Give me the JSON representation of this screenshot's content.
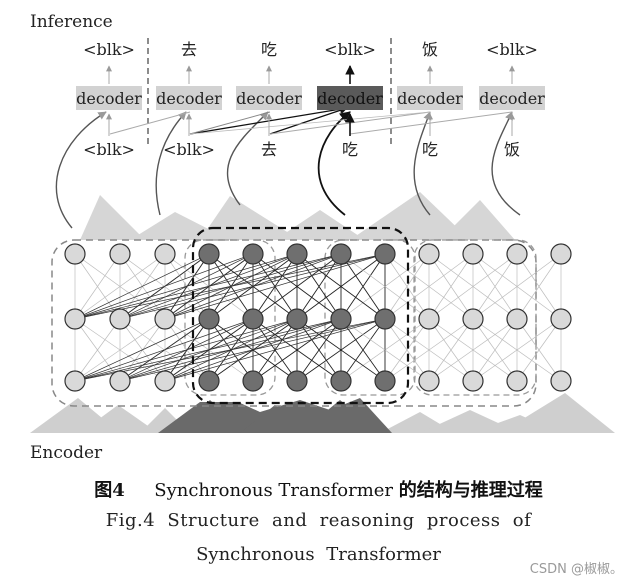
{
  "labels": {
    "inference": "Inference",
    "encoder": "Encoder"
  },
  "outputs": [
    "<blk>",
    "去",
    "吃",
    "<blk>",
    "饭",
    "<blk>"
  ],
  "decoders": [
    "decoder",
    "decoder",
    "decoder",
    "decoder",
    "decoder",
    "decoder"
  ],
  "inputs": [
    "<blk>",
    "<blk>",
    "去",
    "吃",
    "吃",
    "饭"
  ],
  "highlighted_decoder_index": 3,
  "caption": {
    "line1_fig": "图4",
    "line1_en": "Synchronous Transformer",
    "line1_zh": "的结构与推理过程",
    "line2": "Fig.4   Structure and reasoning process of",
    "line3": "Synchronous Transformer"
  },
  "watermark": "CSDN @椒椒。",
  "colors": {
    "decoder_box": "#d2d2d2",
    "decoder_highlight": "#5a5a5a",
    "node_light": "#d9d9d9",
    "node_dark": "#6f6f6f",
    "triangle_light": "#cfcfcf",
    "triangle_dark": "#6a6a6a"
  }
}
